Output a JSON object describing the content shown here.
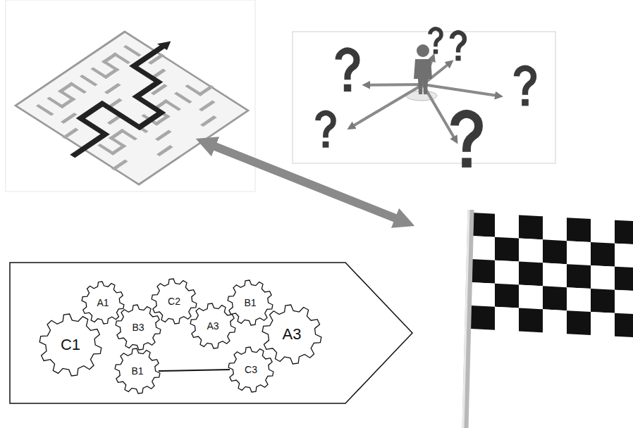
{
  "diagram": {
    "nodes": [
      {
        "text": [
          "A1"
        ]
      },
      {
        "text": [
          "C2"
        ]
      },
      {
        "text": [
          "B1"
        ]
      },
      {
        "text": [
          "C1"
        ]
      },
      {
        "text": [
          "B3"
        ]
      },
      {
        "text": [
          "A3"
        ]
      },
      {
        "text": [
          "A3"
        ]
      },
      {
        "text": [
          "B1"
        ]
      },
      {
        "text": [
          "C3"
        ]
      }
    ],
    "edges": [
      {
        "from": 7,
        "to": 8,
        "arrow": "none"
      }
    ]
  }
}
